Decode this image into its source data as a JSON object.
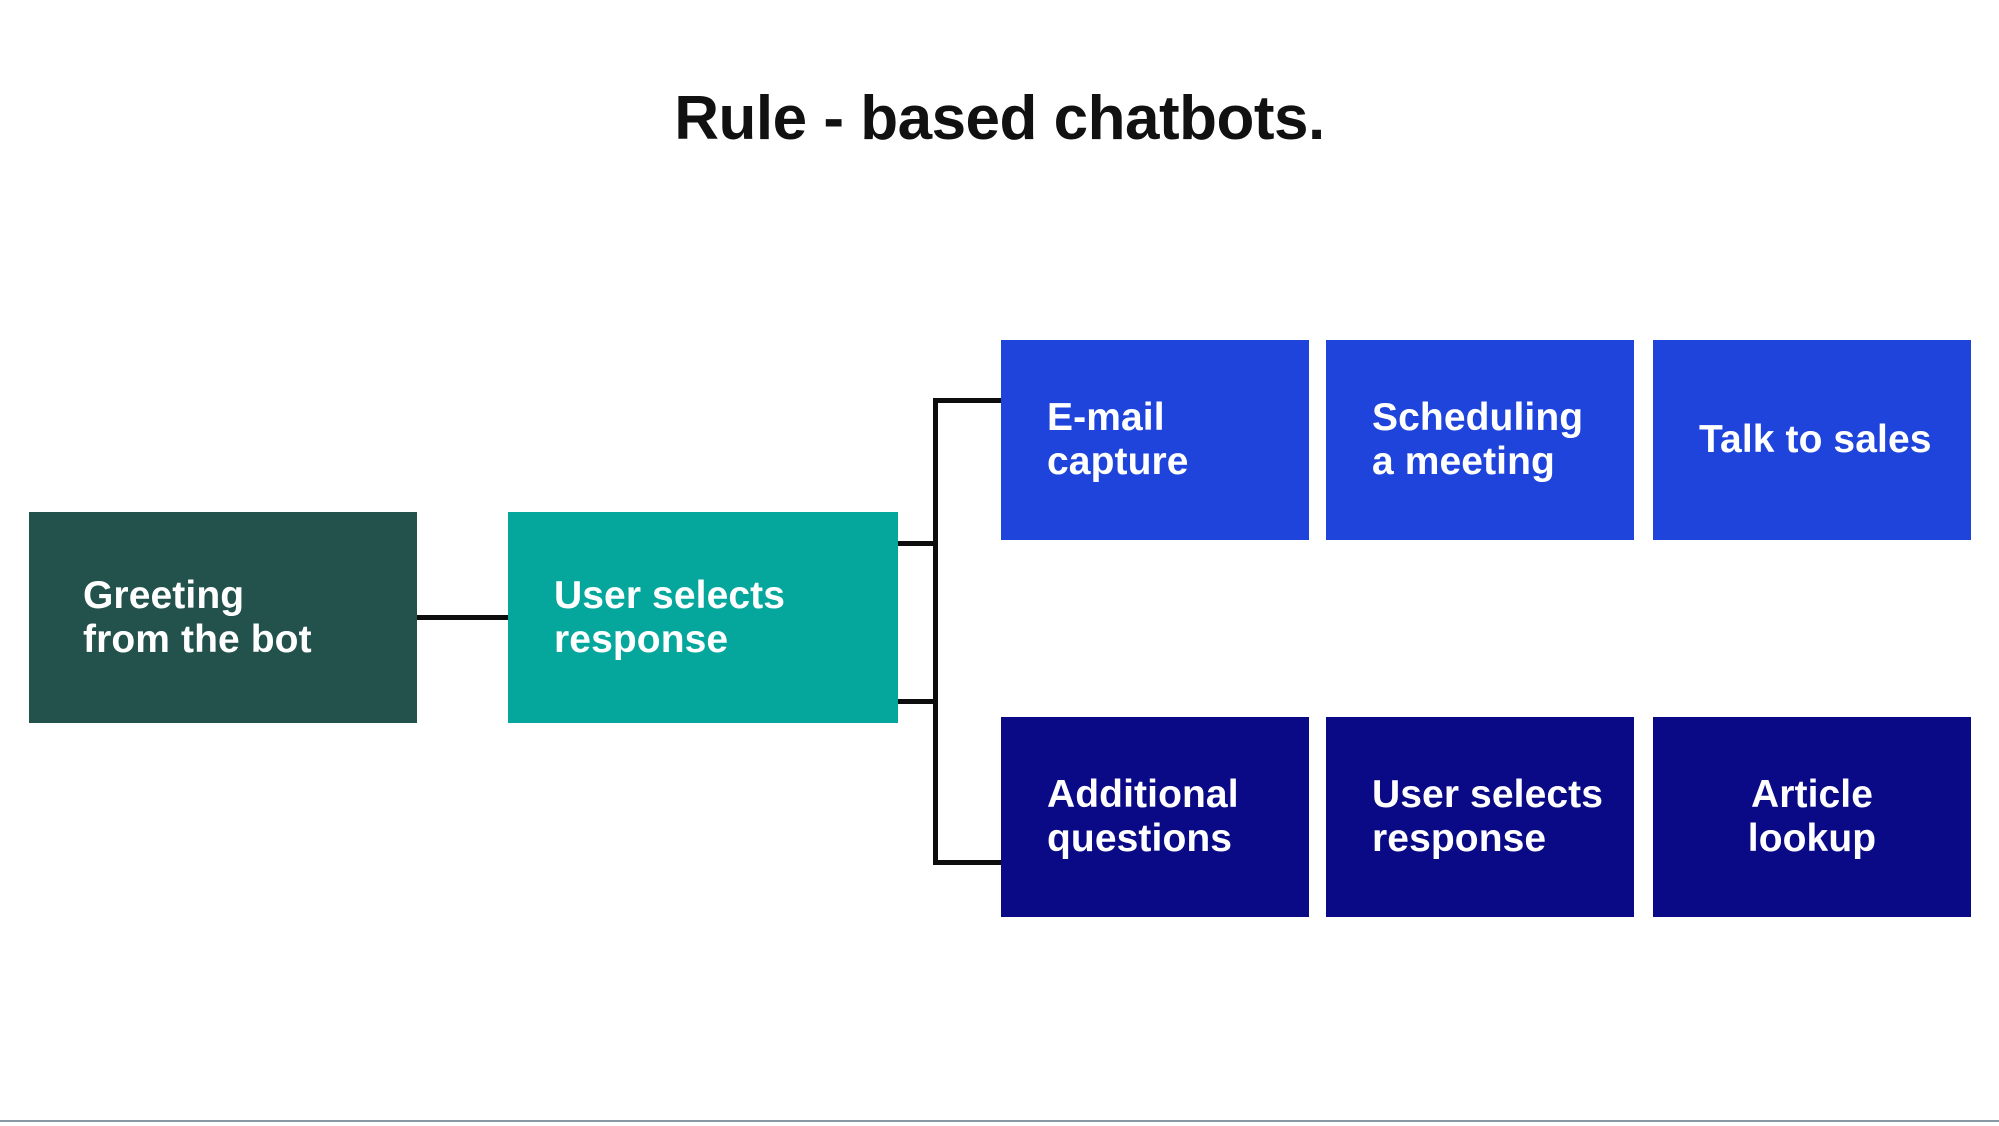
{
  "page": {
    "title": "Rule - based chatbots.",
    "background_color": "#ffffff",
    "rule_color": "#8a99a6"
  },
  "colors": {
    "dark_teal": "#23514c",
    "teal": "#05a79c",
    "bright_blue": "#1f44dc",
    "navy": "#0a0a87",
    "connector": "#0d0d0d",
    "node_text": "#ffffff",
    "title_text": "#111111"
  },
  "diagram": {
    "type": "flowchart",
    "root": {
      "id": "greeting",
      "label": "Greeting\nfrom the bot",
      "color": "#23514c"
    },
    "decision": {
      "id": "user-selects-response",
      "label": "User selects\nresponse",
      "color": "#05a79c"
    },
    "branches": [
      {
        "id": "branch-top",
        "color": "#1f44dc",
        "nodes": [
          {
            "id": "email-capture",
            "label": "E-mail\ncapture"
          },
          {
            "id": "scheduling-a-meeting",
            "label": "Scheduling\na meeting"
          },
          {
            "id": "talk-to-sales",
            "label": "Talk to sales"
          }
        ]
      },
      {
        "id": "branch-bottom",
        "color": "#0a0a87",
        "nodes": [
          {
            "id": "additional-questions",
            "label": "Additional\nquestions"
          },
          {
            "id": "user-selects-response-2",
            "label": "User selects\nresponse"
          },
          {
            "id": "article-lookup",
            "label": "Article\nlookup"
          }
        ]
      }
    ]
  }
}
